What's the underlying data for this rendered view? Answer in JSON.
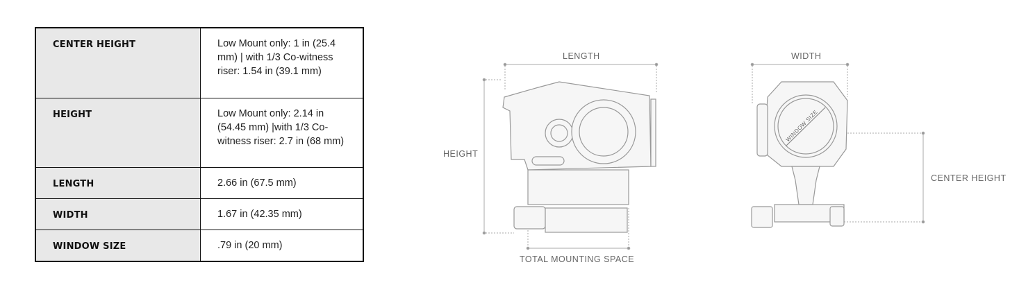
{
  "specs": [
    {
      "label": "CENTER HEIGHT",
      "value": "Low Mount only: 1 in (25.4 mm) | with 1/3 Co-witness riser: 1.54 in (39.1 mm)"
    },
    {
      "label": "HEIGHT",
      "value": "Low Mount only: 2.14 in (54.45 mm) |with 1/3 Co-witness riser: 2.7 in (68 mm)"
    },
    {
      "label": "LENGTH",
      "value": "2.66 in (67.5 mm)"
    },
    {
      "label": "WIDTH",
      "value": "1.67 in (42.35 mm)"
    },
    {
      "label": "WINDOW SIZE",
      "value": ".79 in (20 mm)"
    }
  ],
  "diagram": {
    "length": "LENGTH",
    "height": "HEIGHT",
    "total_mounting_space": "TOTAL MOUNTING SPACE",
    "width": "WIDTH",
    "center_height": "CENTER HEIGHT",
    "window_size": "WINDOW SIZE"
  }
}
